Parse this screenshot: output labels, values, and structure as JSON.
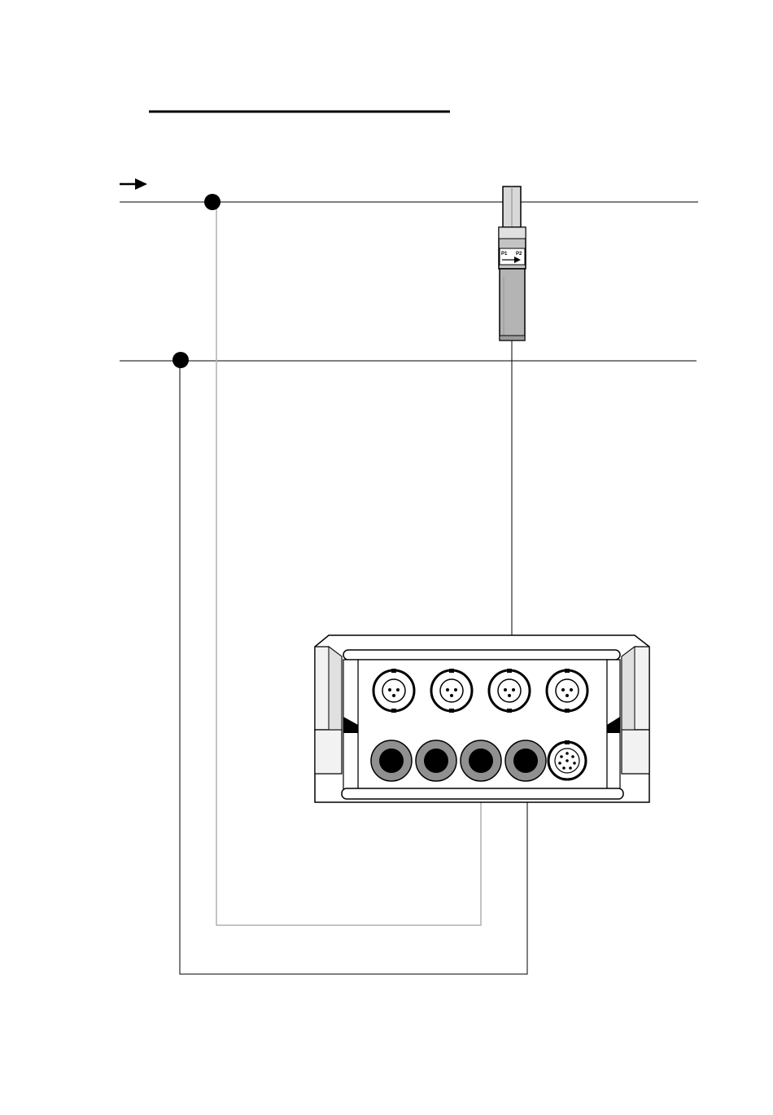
{
  "diagram": {
    "current_direction": "arrow-right",
    "clamp": {
      "terminal_left": "P1",
      "terminal_right": "P2",
      "icon": "current-clamp-icon"
    },
    "instrument": {
      "current_inputs": 4,
      "voltage_inputs": 4,
      "aux_connector": 1
    },
    "colors": {
      "line": "#000000",
      "grey_wire": "#b0b0b0",
      "clamp_body": "#c8c8c8",
      "socket_ring": "#909090"
    }
  }
}
